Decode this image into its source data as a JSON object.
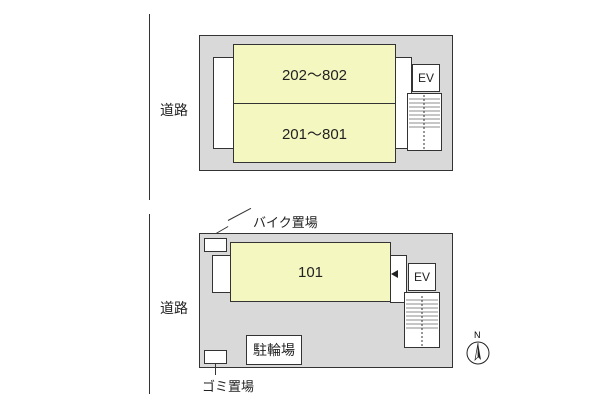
{
  "road_label_top": "道路",
  "road_label_bottom": "道路",
  "upper_building": {
    "unit_upper": "202～802",
    "unit_lower": "201～801",
    "elevator": "EV"
  },
  "lower_building": {
    "unit": "101",
    "elevator": "EV",
    "bike_parking": "バイク置場",
    "bicycle_parking": "駐輪場",
    "garbage": "ゴミ置場"
  },
  "north_label": "N"
}
